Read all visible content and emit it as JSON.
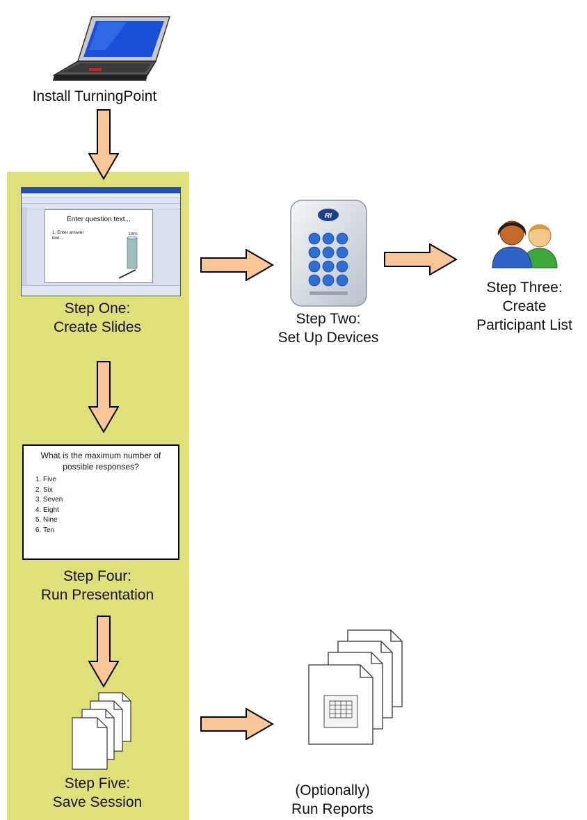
{
  "install": {
    "label": "Install TurningPoint"
  },
  "step_one": {
    "line1": "Step One:",
    "line2": "Create Slides",
    "slide_title": "Enter question text...",
    "slide_answer": "1.  Enter answer text...",
    "slide_percent": "100%"
  },
  "step_two": {
    "line1": "Step Two:",
    "line2": "Set Up Devices"
  },
  "step_three": {
    "line1": "Step Three:",
    "line2": "Create",
    "line3": "Participant List"
  },
  "step_four": {
    "line1": "Step Four:",
    "line2": "Run Presentation",
    "question": "What is the maximum number of possible responses?",
    "options": [
      "Five",
      "Six",
      "Seven",
      "Eight",
      "Nine",
      "Ten"
    ]
  },
  "step_five": {
    "line1": "Step Five:",
    "line2": "Save Session"
  },
  "reports": {
    "line1": "(Optionally)",
    "line2": "Run Reports"
  },
  "colors": {
    "panel": "#dfe07a",
    "arrow_fill": "#f9c698",
    "arrow_stroke": "#000000",
    "keypad_blue": "#2d6fd0"
  },
  "icons": [
    "laptop-icon",
    "powerpoint-screenshot-icon",
    "response-keypad-icon",
    "participants-icon",
    "session-files-icon",
    "report-files-icon"
  ]
}
